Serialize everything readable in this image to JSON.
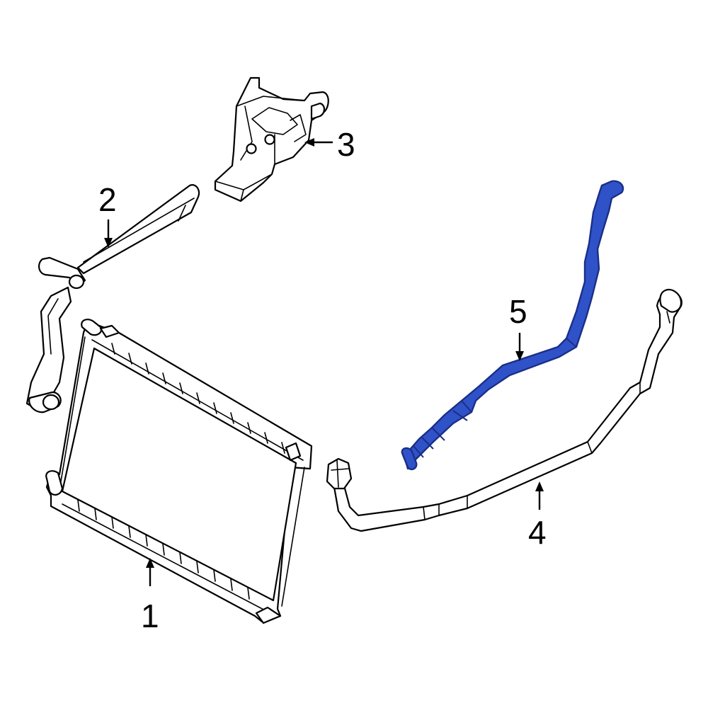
{
  "colors": {
    "background": "#ffffff",
    "line": "#000000",
    "highlight_fill": "#2f52c9",
    "highlight_outline": "#1a2f86"
  },
  "highlighted_part": "5",
  "callouts": [
    {
      "id": "1",
      "label": "1",
      "part": "radiator"
    },
    {
      "id": "2",
      "label": "2",
      "part": "coolant-pipe"
    },
    {
      "id": "3",
      "label": "3",
      "part": "thermostat-housing"
    },
    {
      "id": "4",
      "label": "4",
      "part": "lower-coolant-pipe"
    },
    {
      "id": "5",
      "label": "5",
      "part": "coolant-hose"
    }
  ]
}
